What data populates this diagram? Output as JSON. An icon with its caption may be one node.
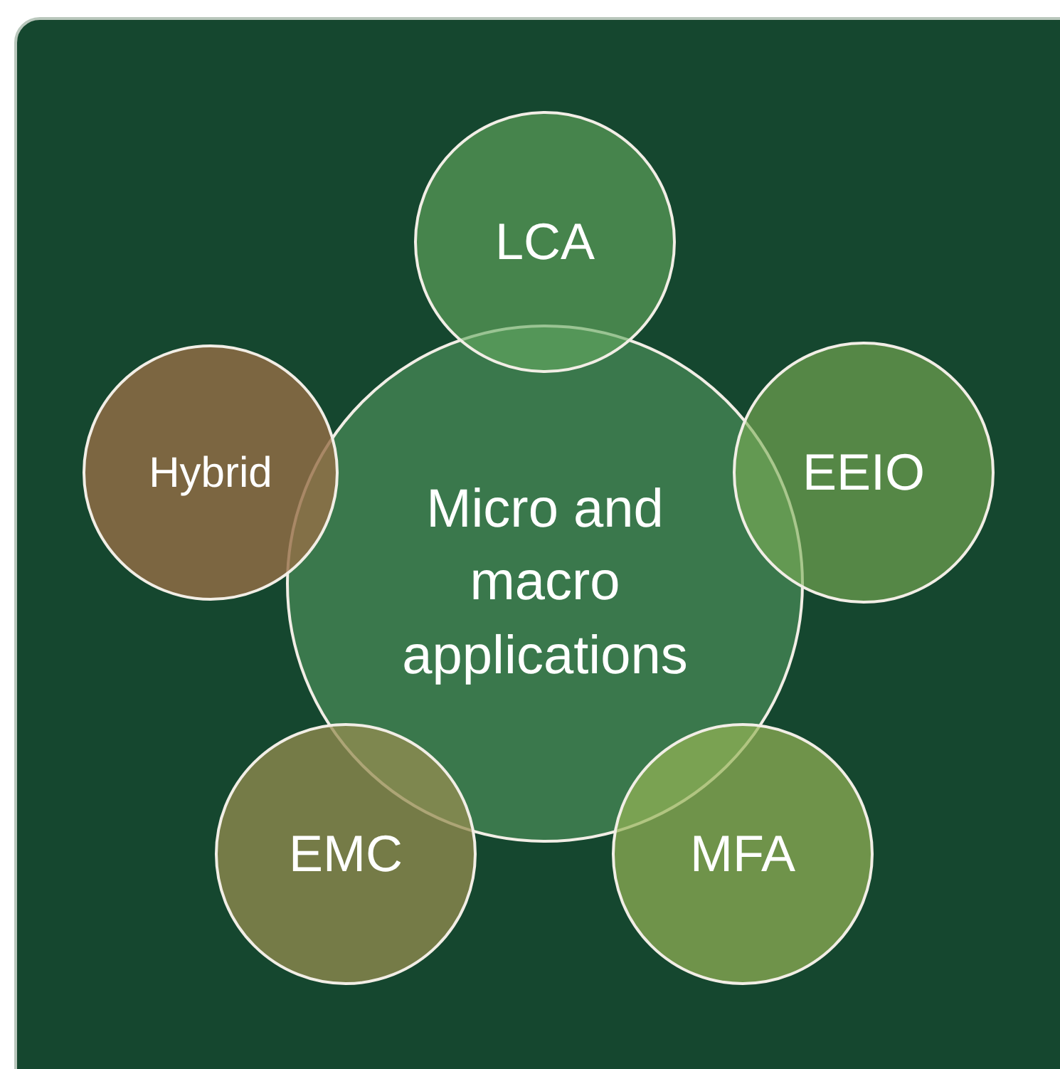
{
  "diagram": {
    "nodes": [
      {
        "text": [
          "Micro and macro applications"
        ]
      },
      {
        "text": [
          "LCA"
        ]
      },
      {
        "text": [
          "EEIO"
        ]
      },
      {
        "text": [
          "MFA"
        ]
      },
      {
        "text": [
          "EMC"
        ]
      },
      {
        "text": [
          "Hybrid"
        ]
      }
    ]
  }
}
